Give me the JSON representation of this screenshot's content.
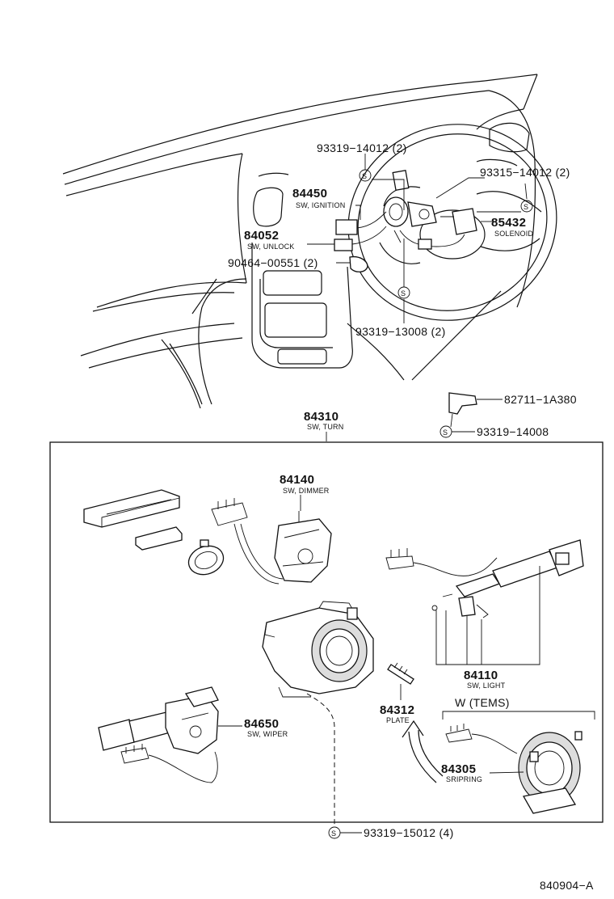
{
  "parts": {
    "p93319_14012": "93319−14012 (2)",
    "p93315_14012": "93315−14012 (2)",
    "p84450": "84450",
    "p84450_cap": "SW, IGNITION",
    "p84052": "84052",
    "p84052_cap": "SW, UNLOCK",
    "p85432": "85432",
    "p85432_cap": "SOLENOID",
    "p90464_00551": "90464−00551 (2)",
    "p93319_13008": "93319−13008 (2)",
    "p84310": "84310",
    "p84310_cap": "SW, TURN",
    "p82711_1A380": "82711−1A380",
    "p93319_14008": "93319−14008",
    "p84140": "84140",
    "p84140_cap": "SW, DIMMER",
    "p84110": "84110",
    "p84110_cap": "SW, LIGHT",
    "p84312": "84312",
    "p84312_cap": "PLATE",
    "w_tems": "W (TEMS)",
    "p84650": "84650",
    "p84650_cap": "SW, WIPER",
    "p84305": "84305",
    "p84305_cap": "SRIPRING",
    "p93319_15012": "93319−15012 (4)",
    "ref": "840904−A"
  },
  "symbols": {
    "s_label": "S"
  }
}
